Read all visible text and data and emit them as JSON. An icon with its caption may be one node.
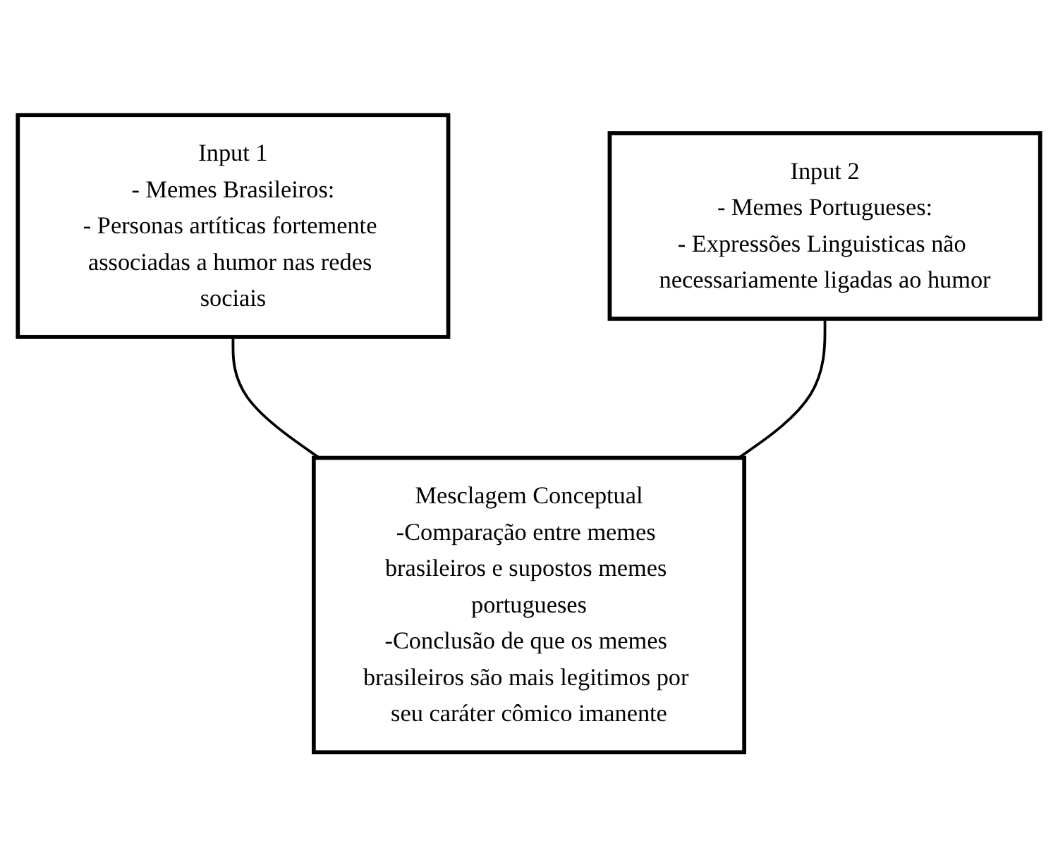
{
  "diagram": {
    "nodes": [
      {
        "text": [
          "Input 1",
          "- Memes Brasileiros:",
          "- Personas artíticas fortemente associadas a humor nas redes sociais"
        ]
      },
      {
        "text": [
          "Input 2",
          "- Memes Portugueses:",
          "- Expressões Linguisticas não necessariamente ligadas ao humor"
        ]
      },
      {
        "text": [
          "Mesclagem Conceptual",
          "-Comparação entre memes brasileiros e supostos memes portugueses",
          "-Conclusão de que os memes brasileiros são mais legitimos por seu caráter cômico imanente"
        ]
      }
    ],
    "edges": [
      {
        "from": 0,
        "to": 2,
        "arrow": "none"
      },
      {
        "from": 1,
        "to": 2,
        "arrow": "none"
      }
    ]
  }
}
